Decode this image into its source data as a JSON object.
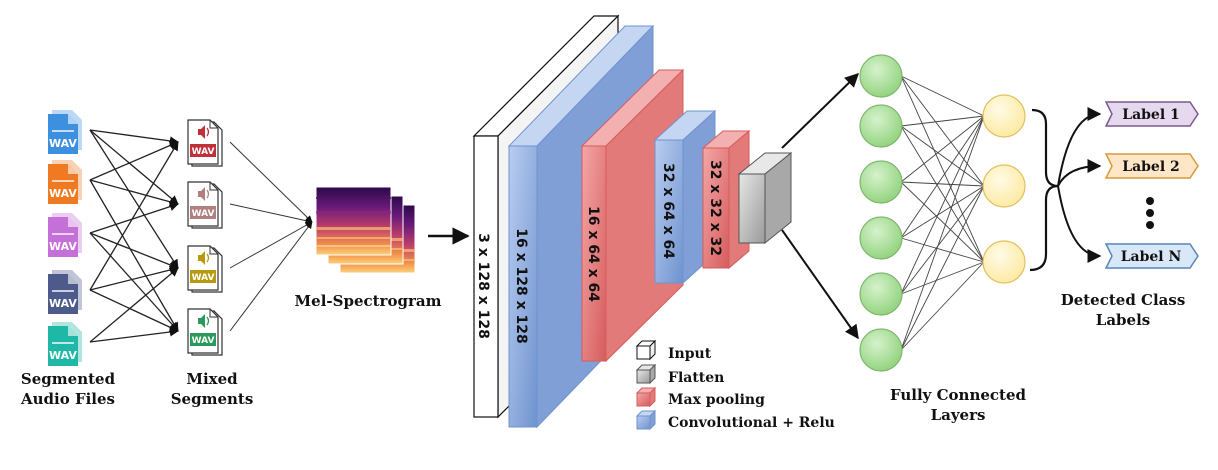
{
  "audio_files": {
    "file_label": "WAV",
    "colors": [
      "#3d8fe0",
      "#f07a22",
      "#c56fd9",
      "#4d5a8c",
      "#1fb8a6"
    ],
    "caption_line1": "Segmented",
    "caption_line2": "Audio Files"
  },
  "mixed_segments": {
    "file_label": "WAV",
    "colors": [
      "#c0303a",
      "#b08080",
      "#b89a10",
      "#2a9a5a"
    ],
    "caption_line1": "Mixed",
    "caption_line2": "Segments"
  },
  "spectrogram": {
    "caption": "Mel-Spectrogram"
  },
  "cnn_layers": {
    "input": "3 x 128 x 128",
    "conv1": "16 x 128 x 128",
    "pool1": "16 x 64 x 64",
    "conv2": "32 x 64 x 64",
    "pool2": "32 x 32 x 32"
  },
  "legend": {
    "input": "Input",
    "flatten": "Flatten",
    "max_pooling": "Max pooling",
    "conv_relu": "Convolutional + Relu"
  },
  "fc": {
    "caption_line1": "Fully Connected",
    "caption_line2": "Layers"
  },
  "outputs": {
    "label_1": "Label 1",
    "label_2": "Label 2",
    "label_n": "Label N",
    "caption_line1": "Detected Class",
    "caption_line2": "Labels"
  },
  "colors": {
    "input_box": "#ffffff",
    "conv": "#8fb0e0",
    "pool": "#e87a7a",
    "flatten": "#bdbdbd",
    "neuron_hidden": "#9fdc8f",
    "neuron_output": "#fff2b3",
    "label_1_fill": "#e6d8ee",
    "label_2_fill": "#ffe6c6",
    "label_n_fill": "#d8e8f8"
  }
}
